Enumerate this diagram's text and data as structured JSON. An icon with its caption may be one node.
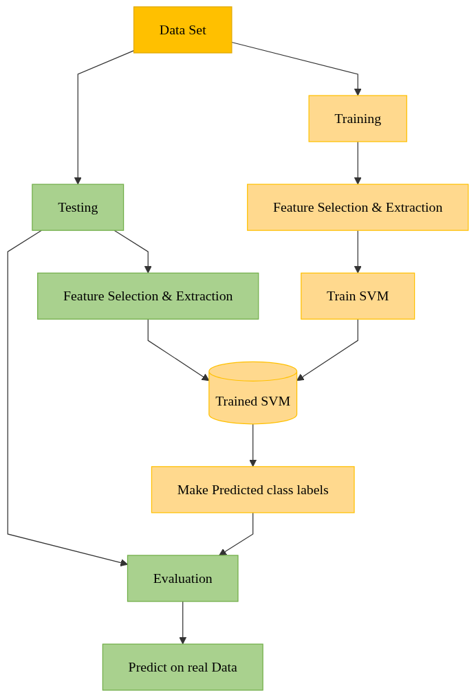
{
  "diagram": {
    "nodes": [
      {
        "text": [
          "Data Set"
        ]
      },
      {
        "text": [
          "Training"
        ]
      },
      {
        "text": [
          "Testing"
        ]
      },
      {
        "text": [
          "Feature Selection & Extraction"
        ]
      },
      {
        "text": [
          "Feature Selection & Extraction"
        ]
      },
      {
        "text": [
          "Train SVM"
        ]
      },
      {
        "text": [
          "Trained SVM"
        ]
      },
      {
        "text": [
          "Make Predicted class labels"
        ]
      },
      {
        "text": [
          "Evaluation"
        ]
      },
      {
        "text": [
          "Predict on real Data"
        ]
      }
    ],
    "edges": [
      {
        "from": 0,
        "to": 1,
        "arrow": "to"
      },
      {
        "from": 0,
        "to": 2,
        "arrow": "to"
      },
      {
        "from": 1,
        "to": 3,
        "arrow": "to"
      },
      {
        "from": 2,
        "to": 4,
        "arrow": "to"
      },
      {
        "from": 3,
        "to": 5,
        "arrow": "to"
      },
      {
        "from": 4,
        "to": 6,
        "arrow": "to"
      },
      {
        "from": 5,
        "to": 6,
        "arrow": "to"
      },
      {
        "from": 6,
        "to": 7,
        "arrow": "to"
      },
      {
        "from": 2,
        "to": 8,
        "arrow": "to"
      },
      {
        "from": 7,
        "to": 8,
        "arrow": "to"
      },
      {
        "from": 8,
        "to": 9,
        "arrow": "to"
      }
    ]
  }
}
